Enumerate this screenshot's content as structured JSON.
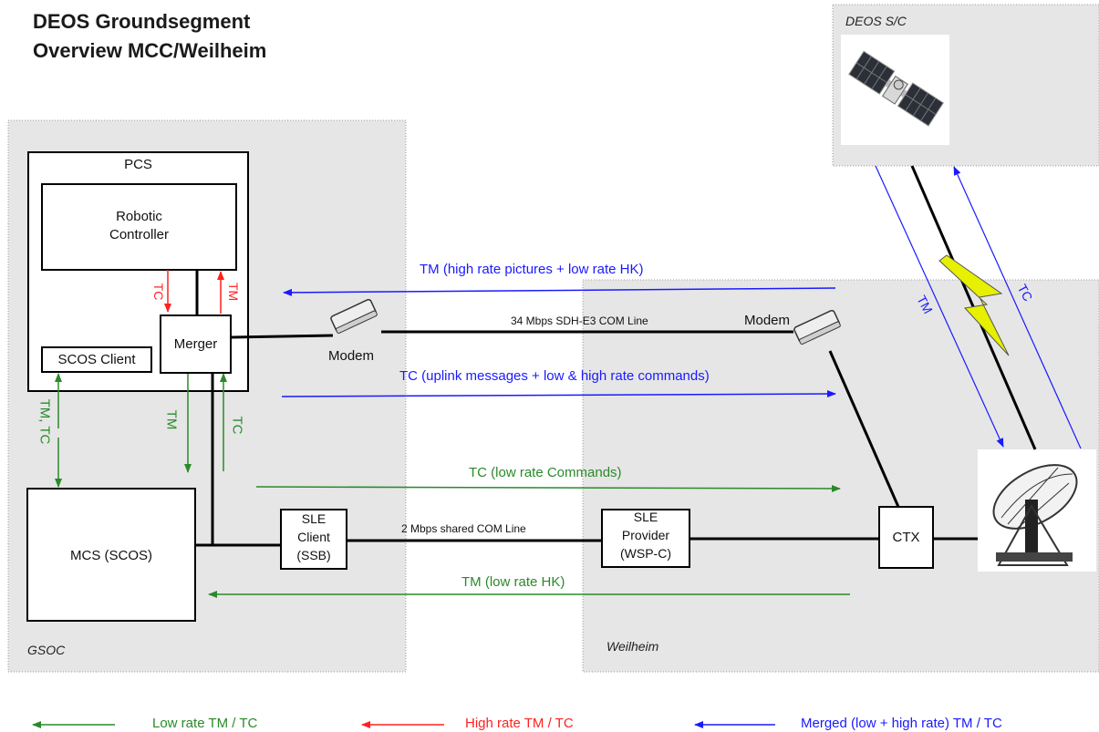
{
  "title": {
    "line1": "DEOS Groundsegment",
    "line2": "Overview MCC/Weilheim"
  },
  "regions": {
    "gsoc": "GSOC",
    "weilheim": "Weilheim",
    "spacecraft": "DEOS S/C"
  },
  "boxes": {
    "pcs": "PCS",
    "robotic_controller_line1": "Robotic",
    "robotic_controller_line2": "Controller",
    "merger": "Merger",
    "scos_client": "SCOS Client",
    "mcs": "MCS (SCOS)",
    "sle_client_line1": "SLE",
    "sle_client_line2": "Client",
    "sle_client_line3": "(SSB)",
    "sle_provider_line1": "SLE",
    "sle_provider_line2": "Provider",
    "sle_provider_line3": "(WSP-C)",
    "ctx": "CTX"
  },
  "devices": {
    "modem_left": "Modem",
    "modem_right": "Modem"
  },
  "lines": {
    "sdh": "34 Mbps SDH-E3 COM Line",
    "shared": "2 Mbps shared COM Line"
  },
  "flows": {
    "tm_high": "TM (high rate pictures + low rate HK)",
    "tc_uplink": "TC (uplink messages + low & high rate commands)",
    "tc_low": "TC (low rate Commands)",
    "tm_low": "TM (low rate HK)",
    "tc_red": "TC",
    "tm_red": "TM",
    "tm_tc_green": "TM, TC",
    "tm_green": "TM",
    "tc_green": "TC",
    "tm_space": "TM",
    "tc_space": "TC"
  },
  "legend": {
    "low": "Low rate TM / TC",
    "high": "High rate TM / TC",
    "merged": "Merged (low + high rate) TM / TC"
  },
  "colors": {
    "region_fill": "#e6e6e6",
    "blue": "#1a1aff",
    "green": "#2a8a2a",
    "red": "#ff2020",
    "lightning": "#e6f000"
  }
}
